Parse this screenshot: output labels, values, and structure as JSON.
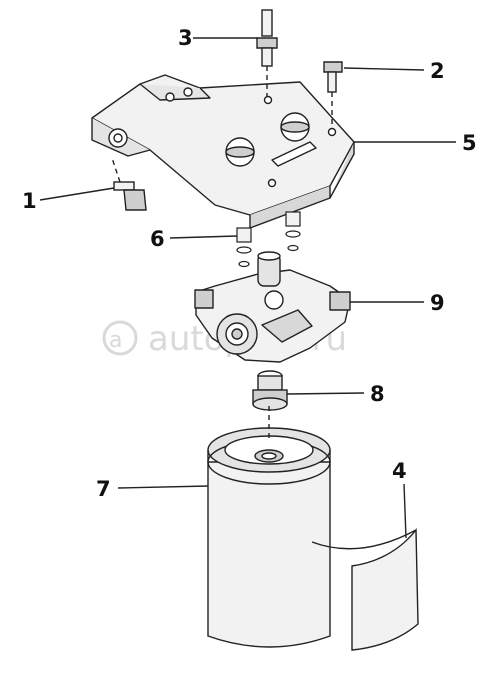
{
  "diagram": {
    "callouts": [
      "1",
      "2",
      "3",
      "4",
      "5",
      "6",
      "7",
      "8",
      "9"
    ],
    "watermark": "autopiter.ru",
    "colors": {
      "line": "#222222",
      "part_fill": "#f2f2f2",
      "shade": "#cfcfcf",
      "watermark": "#d9d9d9"
    }
  }
}
